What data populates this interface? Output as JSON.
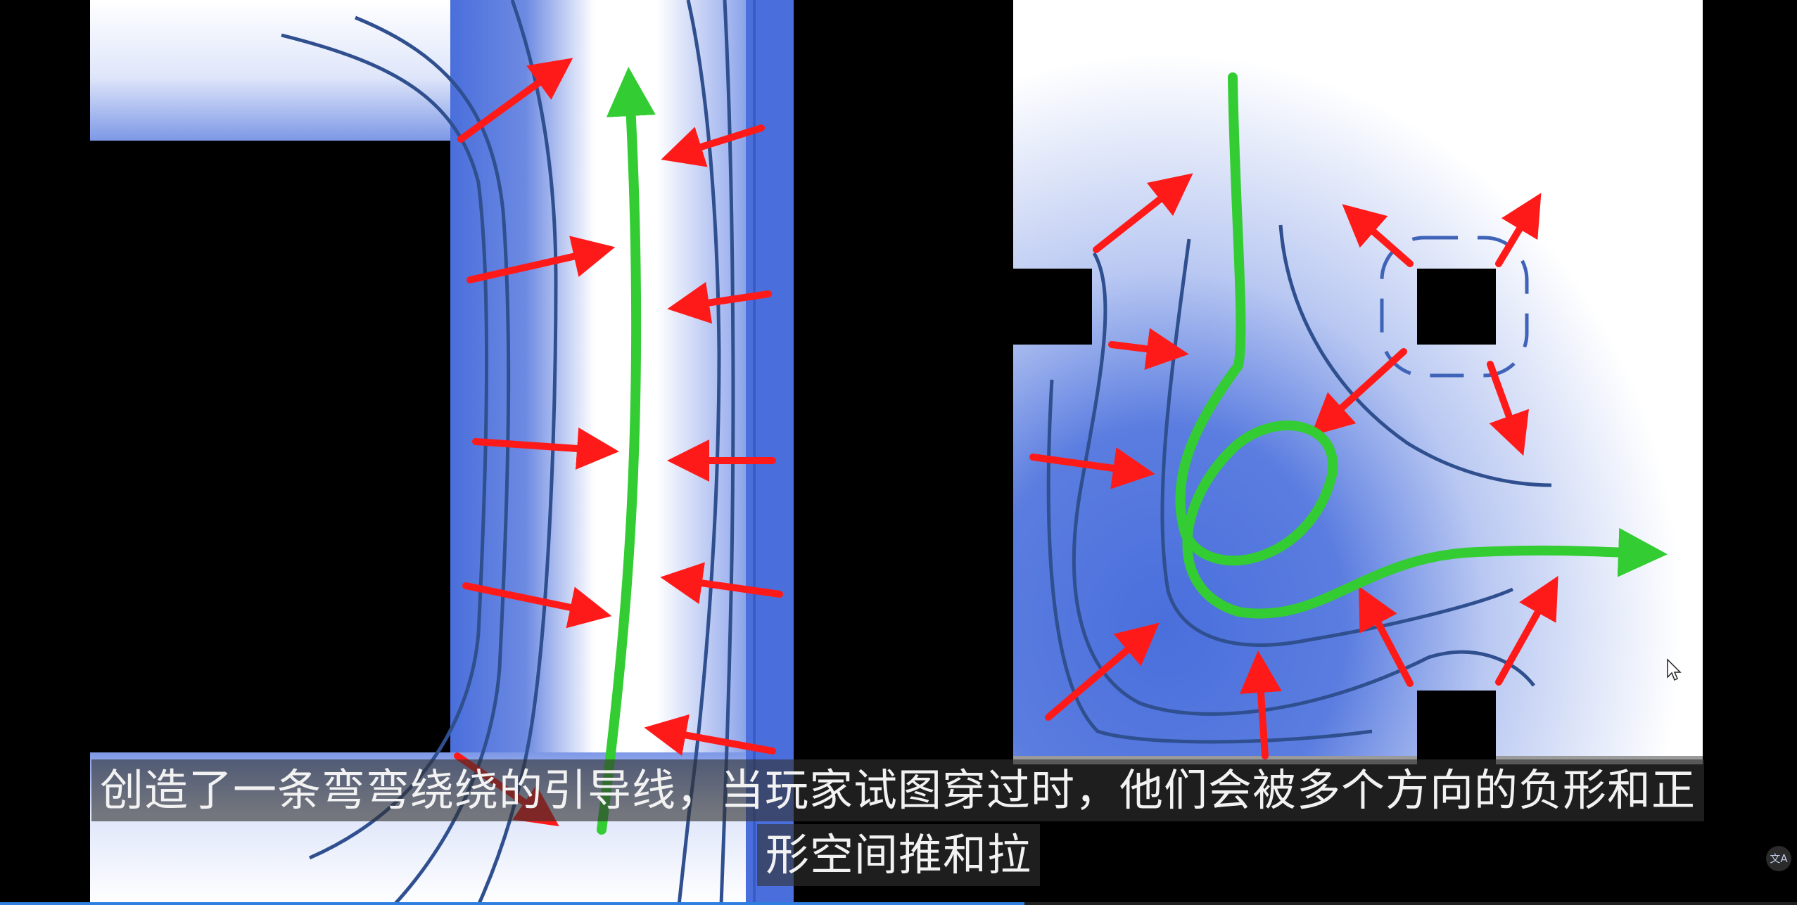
{
  "subtitles": {
    "line1": "创造了一条弯弯绕绕的引导线，当玩家试图穿过时，他们会被多个方向的负形和正",
    "line2": "形空间推和拉"
  },
  "player": {
    "progress_fraction": 0.57,
    "translate_glyph": "文A"
  },
  "icons": {
    "cursor": "mouse-pointer-icon",
    "translate": "translate-icon"
  },
  "colors": {
    "background": "#000000",
    "field_blue": "#4a6fdc",
    "streamline_blue": "#2f4f8f",
    "push_arrow_red": "#ff1a1a",
    "guide_path_green": "#33cc33",
    "progress": "#2f7fe0"
  }
}
